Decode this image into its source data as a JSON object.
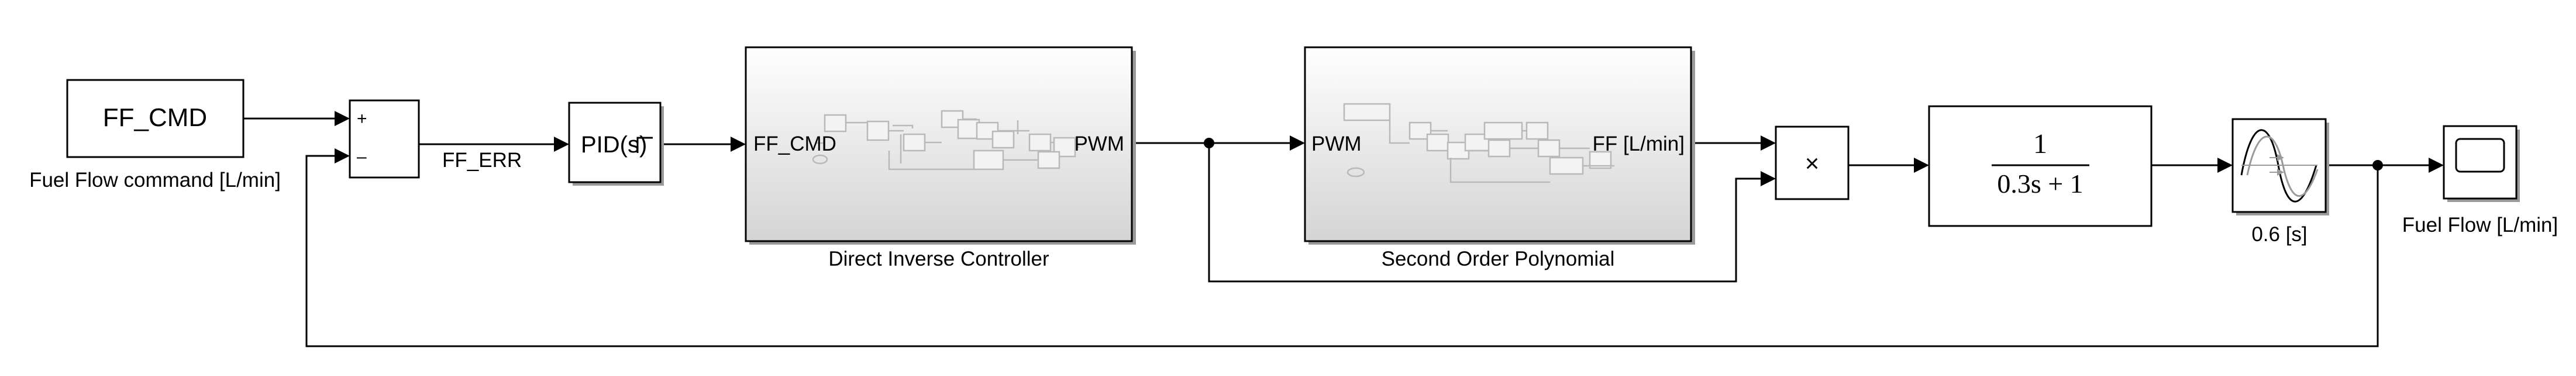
{
  "blocks": {
    "ff_cmd": {
      "label": "FF_CMD",
      "caption": "Fuel Flow command [L/min]"
    },
    "sum": {
      "plus": "+",
      "minus": "–"
    },
    "err_signal": "FF_ERR",
    "pid": {
      "label": "PID(s)"
    },
    "controller": {
      "in_port": "FF_CMD",
      "out_port": "PWM",
      "caption": "Direct Inverse Controller"
    },
    "polynomial": {
      "in_port": "PWM",
      "out_port": "FF [L/min]",
      "caption": "Second Order Polynomial"
    },
    "product": {
      "symbol": "×"
    },
    "transfer_fcn": {
      "numerator": "1",
      "denominator": "0.3s + 1"
    },
    "delay": {
      "caption": "0.6 [s]"
    },
    "scope": {
      "caption": "Fuel Flow [L/min]"
    }
  },
  "colors": {
    "subsystem_top": "#ffffff",
    "subsystem_bottom": "#d4d4d4",
    "inner_lines": "#b9b9b9"
  },
  "icons": [
    "pid-step-icon",
    "transport-delay-wave-icon",
    "scope-screen-icon"
  ]
}
